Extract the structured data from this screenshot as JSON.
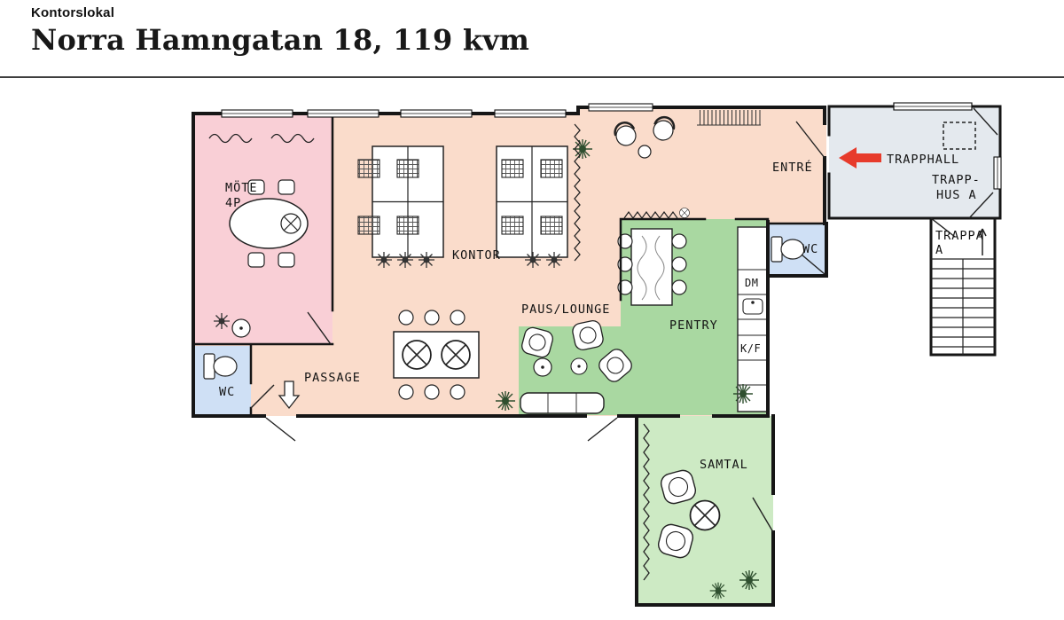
{
  "header": {
    "category": "Kontorslokal",
    "title": "Norra Hamngatan 18, 119 kvm"
  },
  "colors": {
    "floor_office": "#fadccb",
    "floor_meeting": "#f9cfd6",
    "floor_pentry": "#a9d8a1",
    "floor_samtal": "#cdeac4",
    "floor_wc": "#cfe0f5",
    "floor_stairhall": "#e4e9ee",
    "wall": "#161616",
    "arrow_red": "#e73b2b"
  },
  "icons": {
    "stairhall_arrow": "left-arrow",
    "entry_arrow": "down-arrow",
    "stairs_arrow": "up-arrow"
  },
  "rooms": {
    "mote": {
      "label_line1": "MÖTE",
      "label_line2": "4P"
    },
    "kontor": {
      "label": "KONTOR"
    },
    "paus": {
      "label": "PAUS/LOUNGE"
    },
    "pentry": {
      "label": "PENTRY",
      "dm": "DM",
      "kf": "K/F"
    },
    "passage": {
      "label": "PASSAGE"
    },
    "wc_upper": {
      "label": "WC"
    },
    "wc_lower": {
      "label": "WC"
    },
    "entre": {
      "label": "ENTRÉ"
    },
    "trapphall": {
      "label": "TRAPPHALL"
    },
    "trapphus": {
      "label_line1": "TRAPP-",
      "label_line2": "HUS A"
    },
    "trappa": {
      "label_line1": "TRAPPA",
      "label_line2": "A"
    },
    "samtal": {
      "label": "SAMTAL"
    }
  }
}
